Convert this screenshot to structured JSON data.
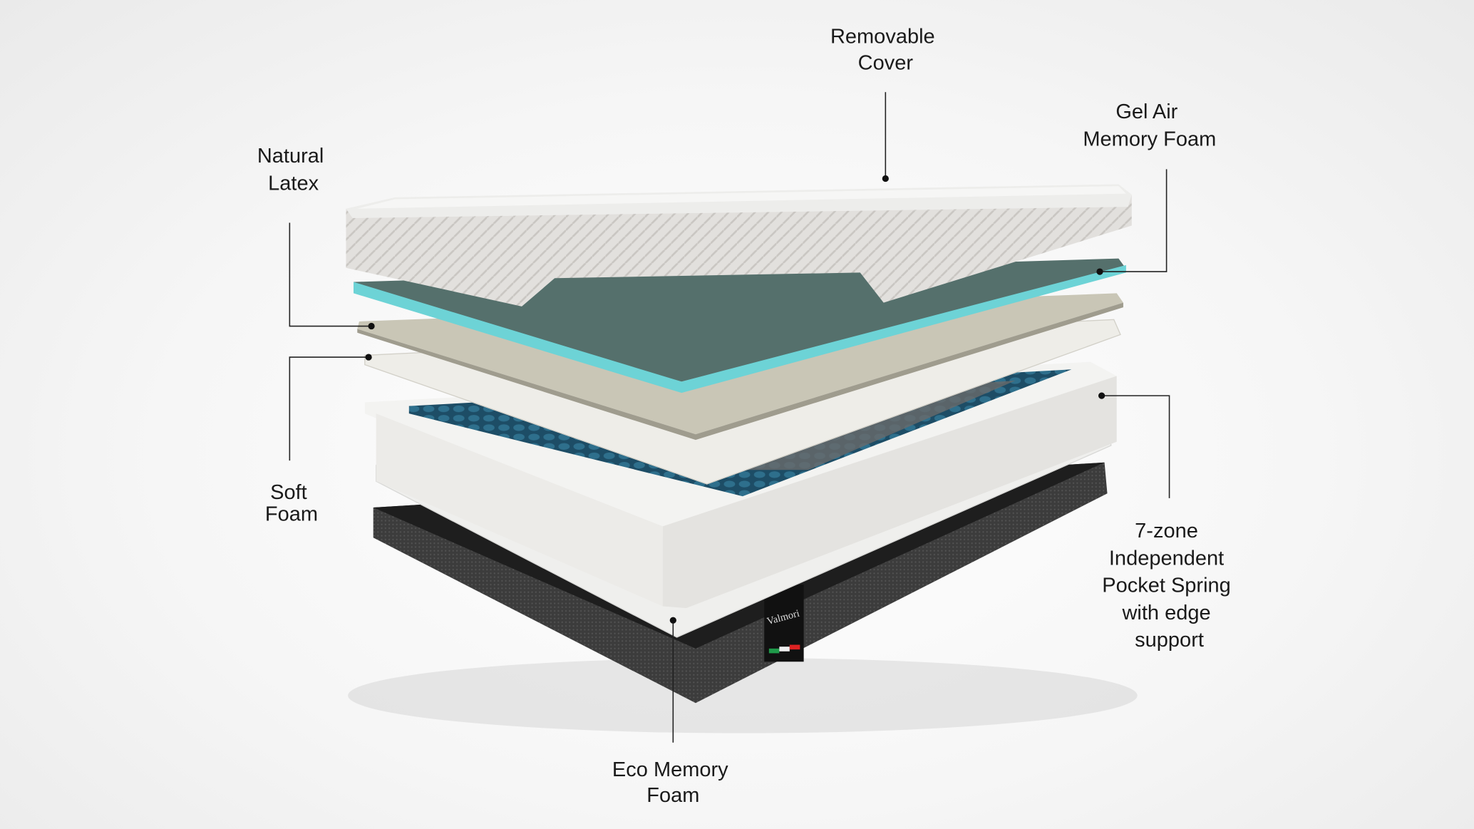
{
  "labels": {
    "removable_cover": [
      "Removable",
      "Cover"
    ],
    "gel_air": [
      "Gel Air",
      "Memory Foam"
    ],
    "natural_latex": [
      "Natural",
      "Latex"
    ],
    "soft_foam": [
      "Soft",
      "Foam"
    ],
    "pocket_spring": [
      "7-zone",
      "Independent",
      "Pocket Spring",
      "with edge",
      "support"
    ],
    "eco_memory": [
      "Eco Memory",
      "Foam"
    ]
  },
  "logo": {
    "brand": "Valmori"
  }
}
